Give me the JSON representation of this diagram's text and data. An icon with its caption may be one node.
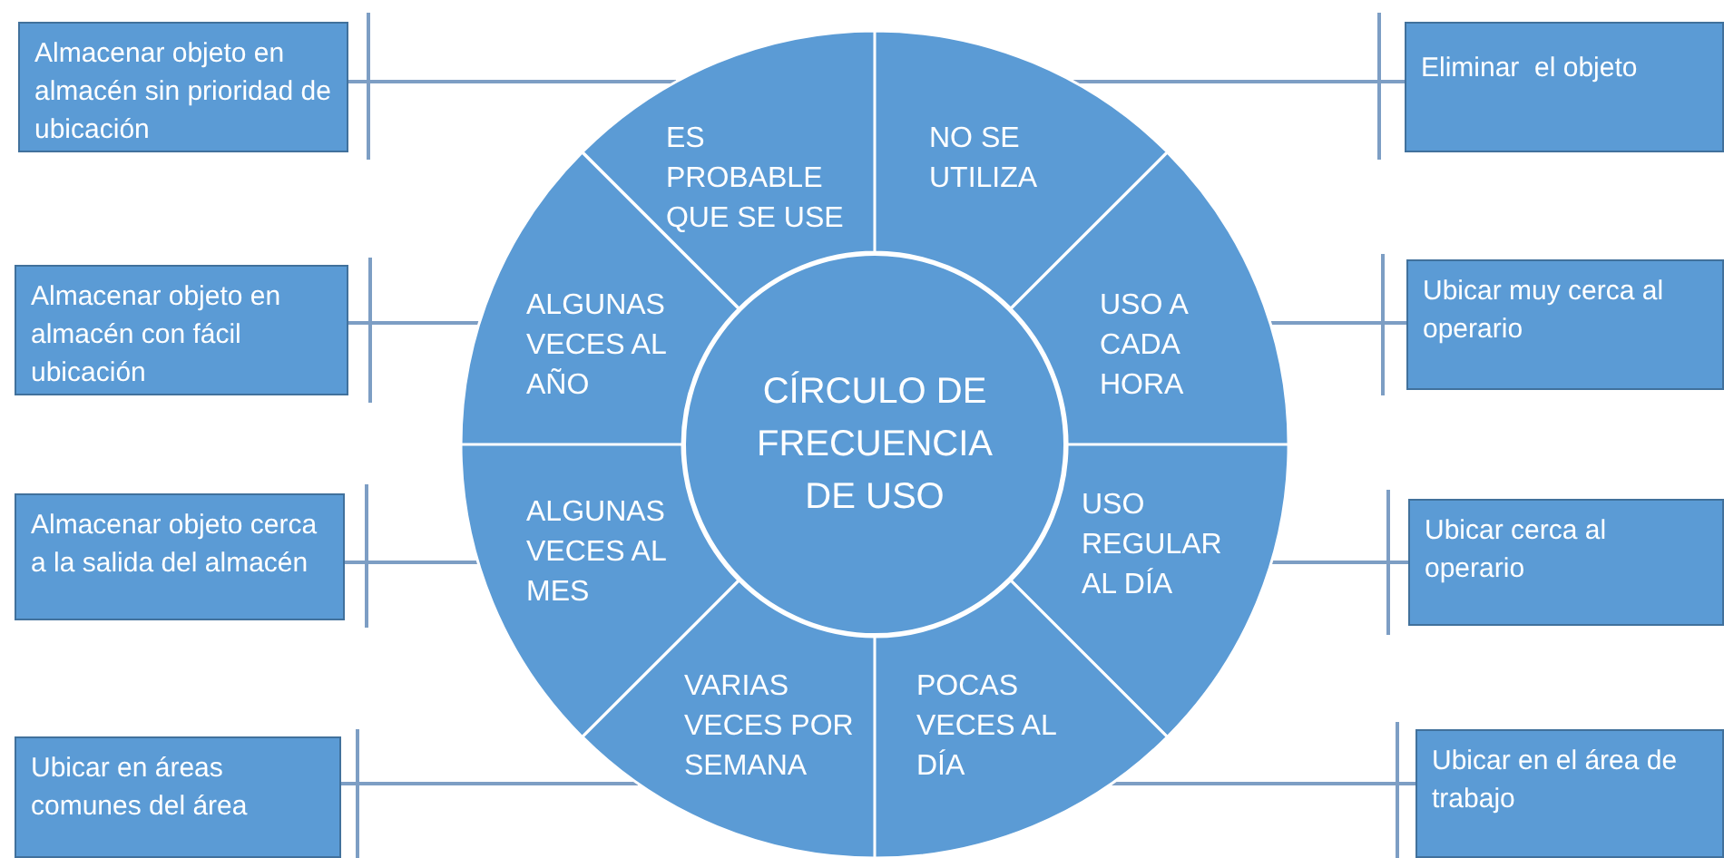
{
  "diagram": {
    "nodes": [
      {
        "text": [
          "Almacenar objeto en almacén sin prioridad de ubicación"
        ]
      },
      {
        "text": [
          "ES PROBABLE QUE SE USE"
        ]
      },
      {
        "text": [
          "NO SE UTILIZA"
        ]
      },
      {
        "text": [
          "Eliminar  el objeto"
        ]
      },
      {
        "text": [
          "Almacenar objeto en almacén con fácil ubicación"
        ]
      },
      {
        "text": [
          "ALGUNAS VECES AL AÑO"
        ]
      },
      {
        "text": [
          "CÍRCULO DE FRECUENCIA DE USO"
        ]
      },
      {
        "text": [
          "USO A CADA HORA"
        ]
      },
      {
        "text": [
          "Ubicar muy cerca al operario"
        ]
      },
      {
        "text": [
          "Almacenar objeto cerca a la salida del almacén"
        ]
      },
      {
        "text": [
          "ALGUNAS VECES AL MES"
        ]
      },
      {
        "text": [
          "USO REGULAR AL DÍA"
        ]
      },
      {
        "text": [
          "Ubicar cerca al operario"
        ]
      },
      {
        "text": [
          "Ubicar en áreas comunes del área"
        ]
      },
      {
        "text": [
          "VARIAS VECES POR SEMANA"
        ]
      },
      {
        "text": [
          "POCAS VECES AL DÍA"
        ]
      },
      {
        "text": [
          "Ubicar en el área de trabajo"
        ]
      }
    ],
    "edges": [
      {
        "from": 1,
        "to": 0,
        "arrow": "none"
      },
      {
        "from": 2,
        "to": 3,
        "arrow": "none"
      },
      {
        "from": 5,
        "to": 4,
        "arrow": "none"
      },
      {
        "from": 7,
        "to": 8,
        "arrow": "none"
      },
      {
        "from": 10,
        "to": 9,
        "arrow": "none"
      },
      {
        "from": 11,
        "to": 12,
        "arrow": "none"
      },
      {
        "from": 14,
        "to": 13,
        "arrow": "none"
      },
      {
        "from": 15,
        "to": 16,
        "arrow": "none"
      }
    ]
  }
}
